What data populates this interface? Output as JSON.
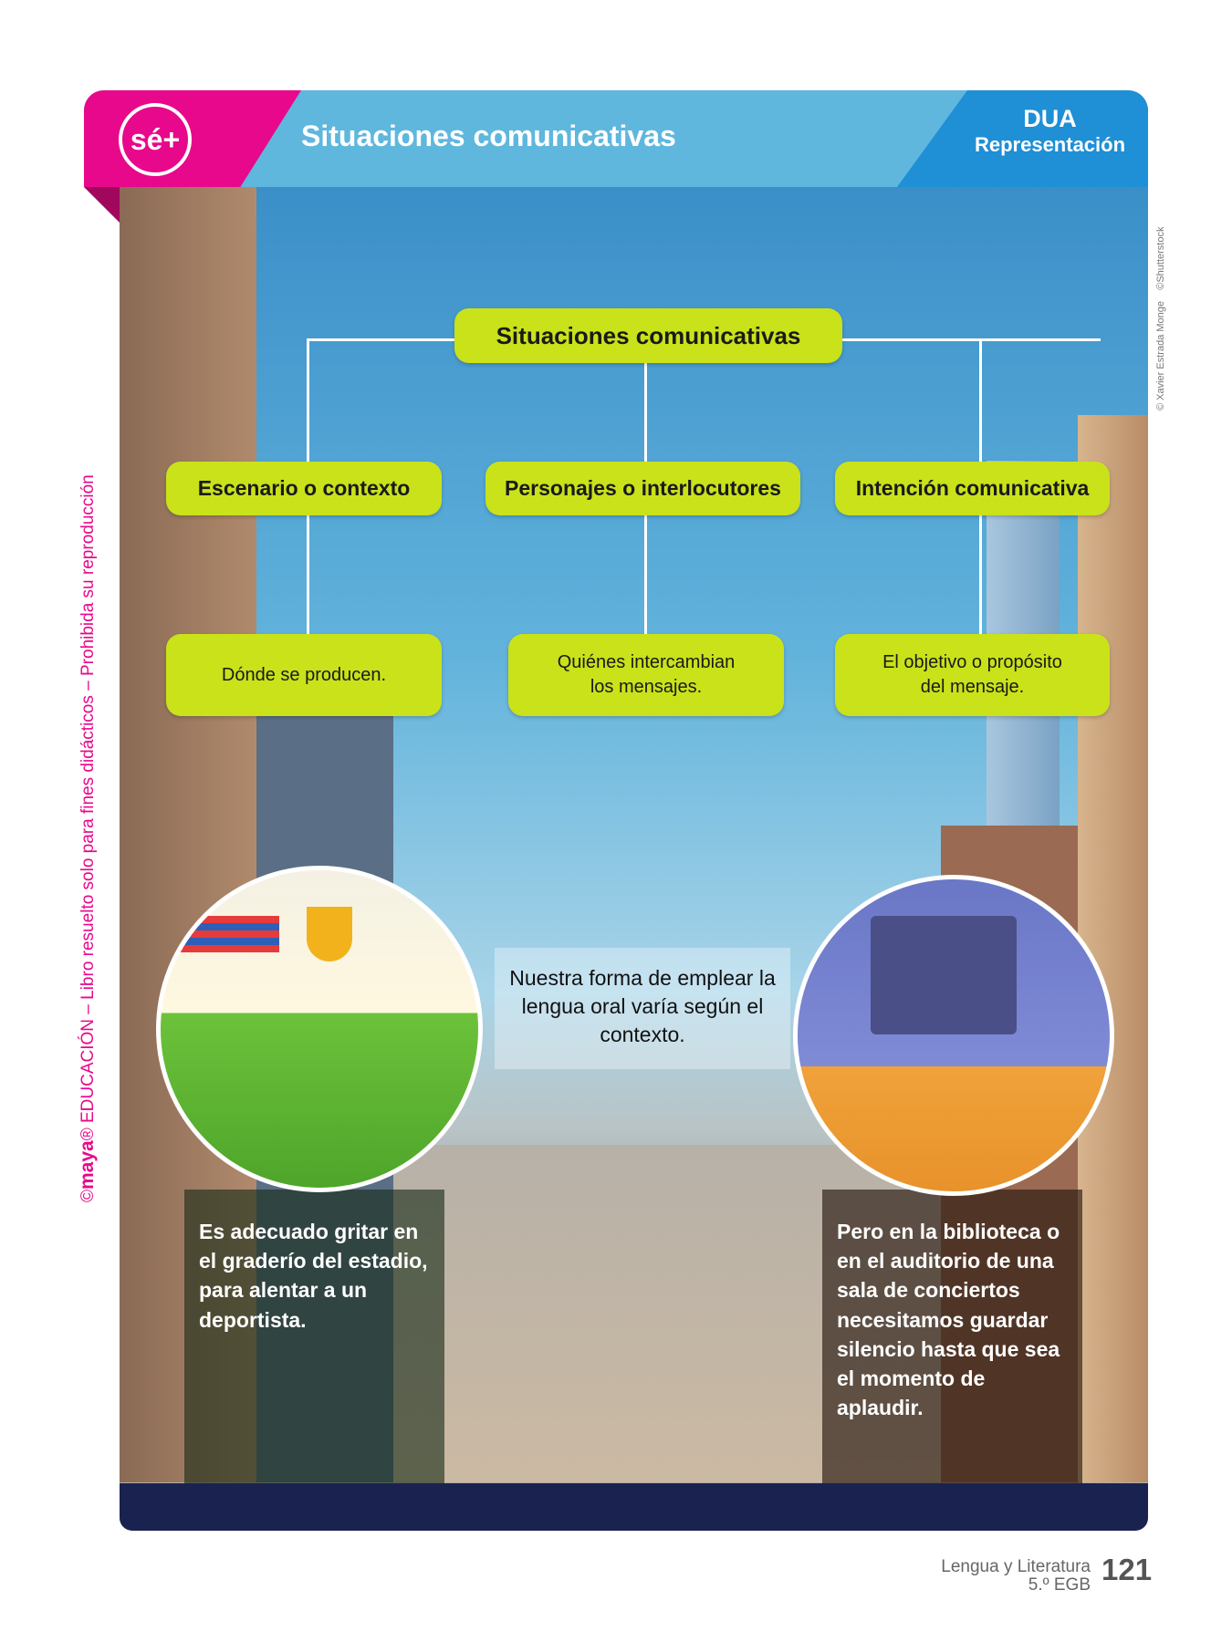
{
  "header": {
    "logo": "sé+",
    "title": "Situaciones comunicativas",
    "badge_title": "DUA",
    "badge_sub": "Representación"
  },
  "credits": {
    "author": "© Xavier Estrada Monge",
    "source": "©Shutterstock"
  },
  "side_note": {
    "brand": "maya",
    "text": "EDUCACIÓN – Libro resuelto solo para fines didácticos – Prohibida su reproducción",
    "copyright": "©"
  },
  "diagram": {
    "root": "Situaciones comunicativas",
    "branches": [
      {
        "label": "Escenario o contexto",
        "desc": "Dónde se producen."
      },
      {
        "label": "Personajes o interlocutores",
        "desc": "Quiénes intercambian los mensajes."
      },
      {
        "label": "Intención comunicativa",
        "desc": "El objetivo o propósito del mensaje."
      }
    ]
  },
  "middle_text": "Nuestra forma de emplear la lengua oral varía según el contexto.",
  "left_panel": "Es adecuado gritar en el graderío del estadio, para alentar a un deportista.",
  "right_panel": "Pero en la biblioteca o en el auditorio de una sala de conciertos necesitamos guardar silencio hasta que sea el momento de aplaudir.",
  "footer": {
    "subject": "Lengua y Literatura",
    "grade": "5.º EGB",
    "page": "121"
  }
}
